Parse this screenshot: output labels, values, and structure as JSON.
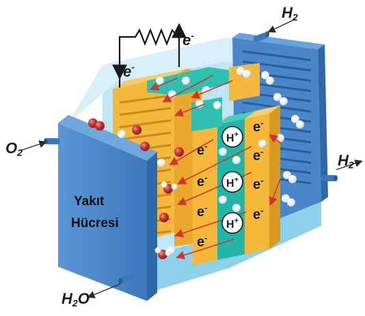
{
  "labels": {
    "cell_title_line1": "Yakıt",
    "cell_title_line2": "Hücresi",
    "o2_main": "O",
    "o2_sub": "2",
    "h2_top_main": "H",
    "h2_top_sub": "2",
    "h2_right_main": "H",
    "h2_right_sub": "2",
    "h2o_main": "H",
    "h2o_sub": "2",
    "h2o_tail": "O",
    "electron_left": "e",
    "electron_right": "e",
    "electron_sup": "-",
    "electron_column": "e",
    "proton": "H",
    "proton_sup": "+"
  },
  "colors": {
    "end_plate_blue": "#4a86c8",
    "end_plate_dark": "#2f68a8",
    "electrode_yellow": "#f4b93c",
    "electrode_dark": "#d99a22",
    "membrane_teal": "#22b5a8",
    "electrolyte_light_blue": "#9fd8ee",
    "proton_badge": "#ffffff",
    "oxygen_red": "#c8322f",
    "arrow_red": "#d2352f",
    "ink": "#1a1a1a"
  },
  "icons": {
    "circuit": "resistor-zigzag",
    "pipe": "inlet-outlet-pipe",
    "flow_arrow": "arrow"
  }
}
